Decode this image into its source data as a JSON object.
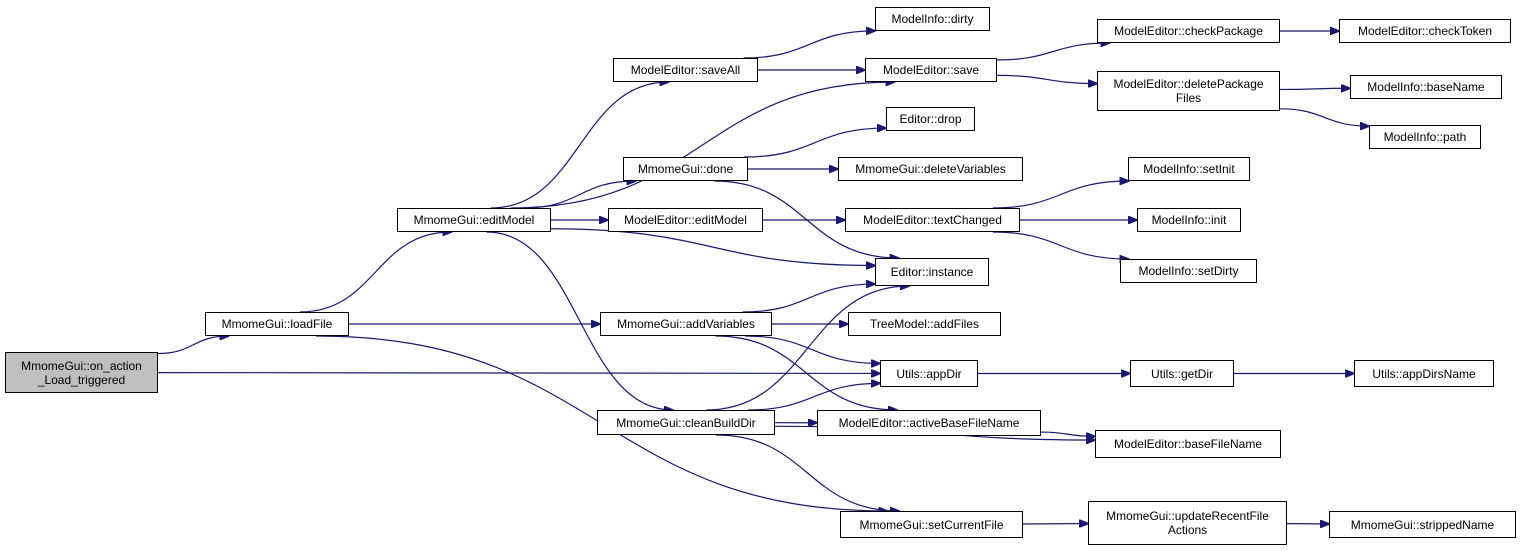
{
  "graph": {
    "colors": {
      "edge": "#191970",
      "root_fill": "#bfbfbf",
      "node_fill": "#ffffff",
      "border": "#000000"
    },
    "nodes": {
      "on_action_load": {
        "label": "MmomeGui::on_action\n_Load_triggered",
        "root": true
      },
      "loadFile": {
        "label": "MmomeGui::loadFile"
      },
      "editModel": {
        "label": "MmomeGui::editModel"
      },
      "saveAll": {
        "label": "ModelEditor::saveAll"
      },
      "dirty": {
        "label": "ModelInfo::dirty"
      },
      "save": {
        "label": "ModelEditor::save"
      },
      "checkPackage": {
        "label": "ModelEditor::checkPackage"
      },
      "checkToken": {
        "label": "ModelEditor::checkToken"
      },
      "deletePackageFiles": {
        "label": "ModelEditor::deletePackage\nFiles"
      },
      "baseName": {
        "label": "ModelInfo::baseName"
      },
      "path": {
        "label": "ModelInfo::path"
      },
      "drop": {
        "label": "Editor::drop"
      },
      "done": {
        "label": "MmomeGui::done"
      },
      "deleteVariables": {
        "label": "MmomeGui::deleteVariables"
      },
      "setInit": {
        "label": "ModelInfo::setInit"
      },
      "editorEditModel": {
        "label": "ModelEditor::editModel"
      },
      "textChanged": {
        "label": "ModelEditor::textChanged"
      },
      "init": {
        "label": "ModelInfo::init"
      },
      "setDirty": {
        "label": "ModelInfo::setDirty"
      },
      "instance": {
        "label": "Editor::instance"
      },
      "addVariables": {
        "label": "MmomeGui::addVariables"
      },
      "addFiles": {
        "label": "TreeModel::addFiles"
      },
      "appDir": {
        "label": "Utils::appDir"
      },
      "getDir": {
        "label": "Utils::getDir"
      },
      "appDirsName": {
        "label": "Utils::appDirsName"
      },
      "cleanBuildDir": {
        "label": "MmomeGui::cleanBuildDir"
      },
      "activeBaseFileName": {
        "label": "ModelEditor::activeBaseFileName"
      },
      "baseFileName": {
        "label": "ModelEditor::baseFileName"
      },
      "setCurrentFile": {
        "label": "MmomeGui::setCurrentFile"
      },
      "updateRecentFileActions": {
        "label": "MmomeGui::updateRecentFile\nActions"
      },
      "strippedName": {
        "label": "MmomeGui::strippedName"
      }
    },
    "edges": [
      [
        "on_action_load",
        "loadFile"
      ],
      [
        "on_action_load",
        "appDir"
      ],
      [
        "loadFile",
        "editModel"
      ],
      [
        "loadFile",
        "addVariables"
      ],
      [
        "loadFile",
        "setCurrentFile"
      ],
      [
        "editModel",
        "saveAll"
      ],
      [
        "editModel",
        "save"
      ],
      [
        "editModel",
        "done"
      ],
      [
        "editModel",
        "editorEditModel"
      ],
      [
        "editModel",
        "instance"
      ],
      [
        "editModel",
        "cleanBuildDir"
      ],
      [
        "saveAll",
        "dirty"
      ],
      [
        "saveAll",
        "save"
      ],
      [
        "save",
        "checkPackage"
      ],
      [
        "save",
        "deletePackageFiles"
      ],
      [
        "checkPackage",
        "checkToken"
      ],
      [
        "deletePackageFiles",
        "baseName"
      ],
      [
        "deletePackageFiles",
        "path"
      ],
      [
        "done",
        "drop"
      ],
      [
        "done",
        "deleteVariables"
      ],
      [
        "done",
        "instance"
      ],
      [
        "editorEditModel",
        "textChanged"
      ],
      [
        "textChanged",
        "setInit"
      ],
      [
        "textChanged",
        "init"
      ],
      [
        "textChanged",
        "setDirty"
      ],
      [
        "addVariables",
        "instance"
      ],
      [
        "addVariables",
        "addFiles"
      ],
      [
        "addVariables",
        "appDir"
      ],
      [
        "addVariables",
        "activeBaseFileName"
      ],
      [
        "appDir",
        "getDir"
      ],
      [
        "getDir",
        "appDirsName"
      ],
      [
        "cleanBuildDir",
        "instance"
      ],
      [
        "cleanBuildDir",
        "appDir"
      ],
      [
        "cleanBuildDir",
        "activeBaseFileName"
      ],
      [
        "cleanBuildDir",
        "baseFileName"
      ],
      [
        "cleanBuildDir",
        "setCurrentFile"
      ],
      [
        "activeBaseFileName",
        "baseFileName"
      ],
      [
        "setCurrentFile",
        "updateRecentFileActions"
      ],
      [
        "updateRecentFileActions",
        "strippedName"
      ]
    ]
  }
}
